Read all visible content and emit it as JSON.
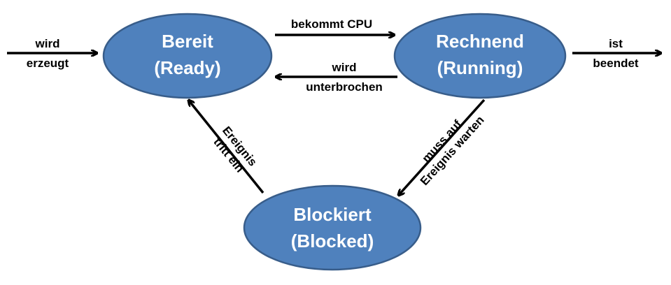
{
  "states": {
    "ready": {
      "line1": "Bereit",
      "line2": "(Ready)"
    },
    "running": {
      "line1": "Rechnend",
      "line2": "(Running)"
    },
    "blocked": {
      "line1": "Blockiert",
      "line2": "(Blocked)"
    }
  },
  "transitions": {
    "created": {
      "line1": "wird",
      "line2": "erzeugt"
    },
    "gets_cpu": {
      "line1": "bekommt CPU"
    },
    "interrupted": {
      "line1": "wird",
      "line2": "unterbrochen"
    },
    "finished": {
      "line1": "ist",
      "line2": "beendet"
    },
    "wait_event": {
      "line1": "muss auf",
      "line2": "Ereignis warten"
    },
    "event_occurs": {
      "line1": "Ereignis",
      "line2": "tritt ein"
    }
  },
  "colors": {
    "state_fill": "#4f81bd",
    "state_border": "#385d8a",
    "state_text": "#ffffff",
    "arrow": "#000000",
    "label_text": "#000000"
  }
}
